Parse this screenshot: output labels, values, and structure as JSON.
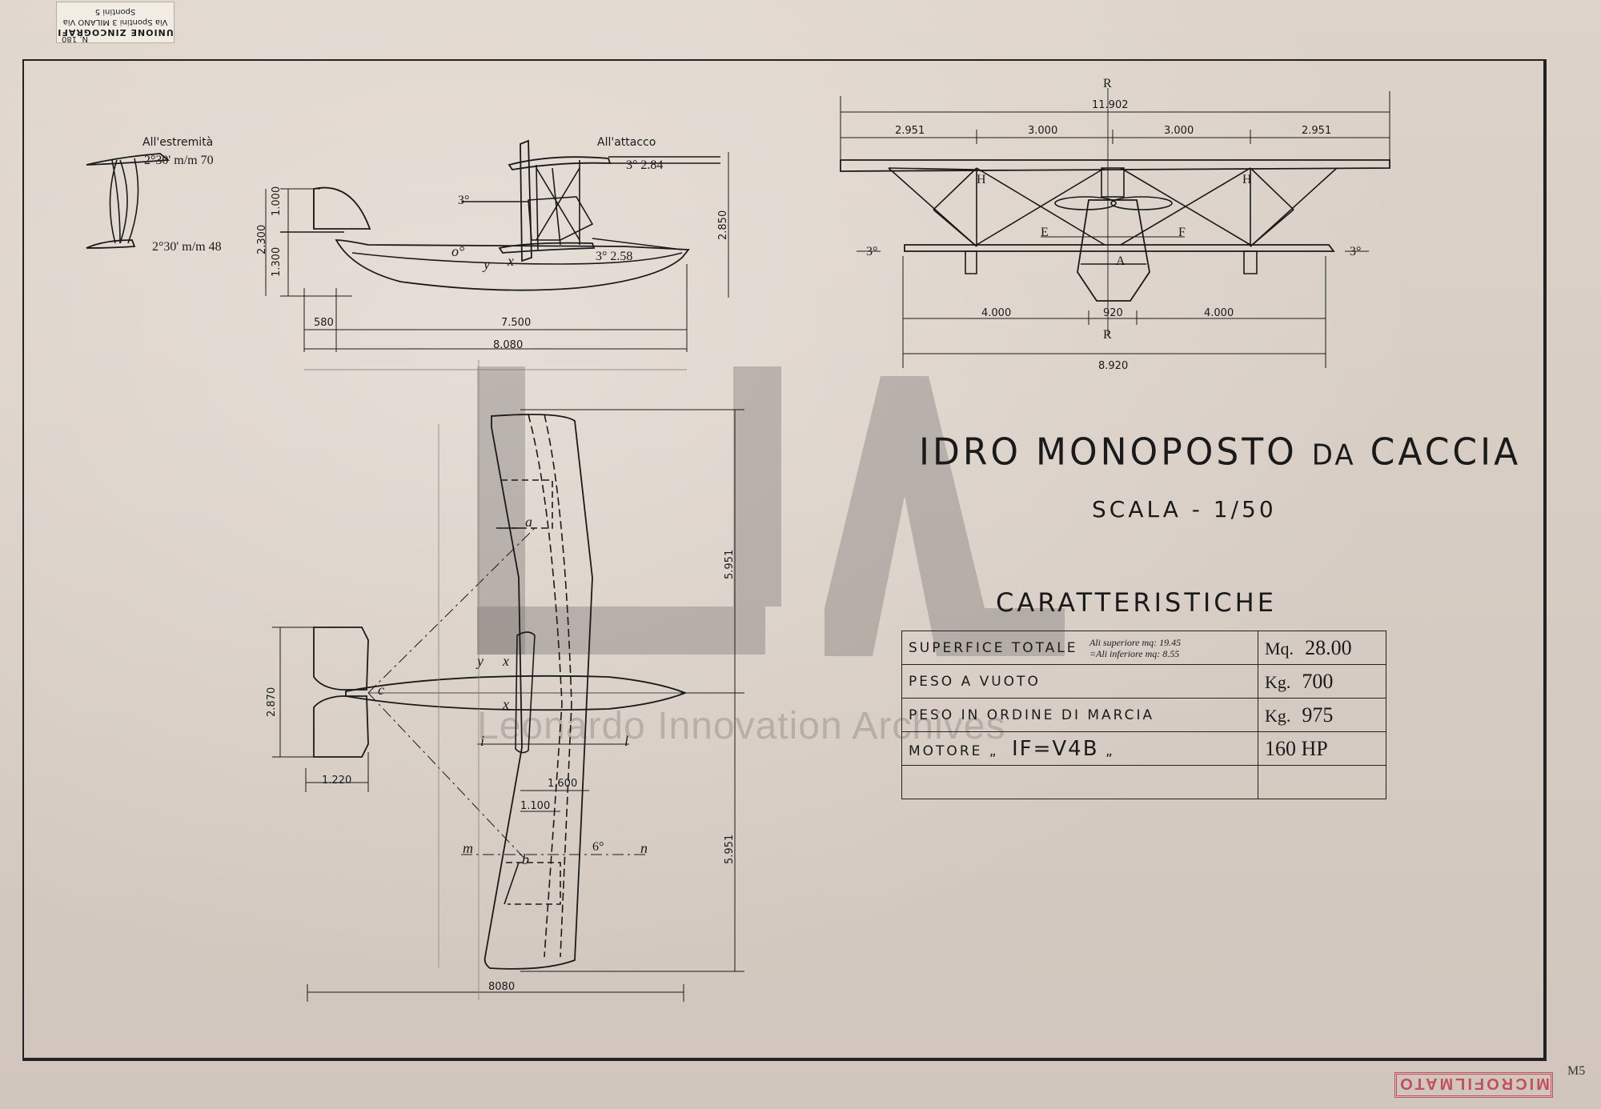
{
  "title": {
    "main": "IDRO MONOPOSTO",
    "connector": "DA",
    "end": "CACCIA",
    "scale": "SCALA - 1/50"
  },
  "characteristics": {
    "heading": "CARATTERISTICHE",
    "rows": [
      {
        "label": "SUPERFICE   TOTALE",
        "sub": [
          "Ali superiore mq: 19.45",
          "=Ali inferiore mq: 8.55"
        ],
        "unit": "Mq.",
        "value": "28.00"
      },
      {
        "label": "PESO  A  VUOTO",
        "unit": "Kg.",
        "value": "700"
      },
      {
        "label": "PESO  IN  ORDINE  DI  MARCIA",
        "unit": "Kg.",
        "value": "975"
      },
      {
        "label": "MOTORE „",
        "label_value": "IF=V4B",
        "label_end": "„",
        "unit": "",
        "value": "160 HP"
      },
      {
        "label": "",
        "unit": "",
        "value": ""
      }
    ]
  },
  "side_view": {
    "caption_tip": "All'estremità",
    "caption_root": "All'attacco",
    "dims": {
      "wing_tip_top": "2°30'  m/m 70",
      "wing_tip_bottom": "2°30'  m/m 48",
      "root_top": "3°  2.84",
      "root_bottom": "3°  2.58",
      "height_total": "2.300",
      "height_top": "1.000",
      "height_bottom": "1.300",
      "height_right": "2.850",
      "tail": "580",
      "length_main": "7.500",
      "length_total": "8.080",
      "angle": "3°",
      "marks": [
        "o°",
        "y",
        "x"
      ]
    }
  },
  "front_view": {
    "section": "R",
    "span_top": "11.902",
    "segments_top": [
      "2.951",
      "3.000",
      "3.000",
      "2.951"
    ],
    "segments_bottom": [
      "4.000",
      "920",
      "4.000"
    ],
    "span_bottom": "8.920",
    "marks": [
      "H",
      "H",
      "E",
      "F",
      "A",
      "3°",
      "3°"
    ]
  },
  "plan_view": {
    "span": "5.951",
    "span2": "5.951",
    "tail_width": "2.870",
    "tail_len": "1.220",
    "chord1": "1.600",
    "chord2": "1.100",
    "length": "8080",
    "angle": "6°",
    "marks": [
      "a",
      "b",
      "c",
      "i",
      "l",
      "m",
      "n",
      "y",
      "x",
      "x"
    ]
  },
  "stamp": {
    "company": "UNIONE ZINCOGRAFI",
    "address": "Via Spontini 3  MILANO  Via Spontini 5",
    "number": "N. 180"
  },
  "watermark": "Leonardo Innovation Archives",
  "microfilm": "MICROFILMATO",
  "page_mark": "M5",
  "colors": {
    "paper": "#d9cfc6",
    "ink": "#1a1a1a",
    "stamp_red": "#c2505a",
    "watermark": "#8a8580"
  }
}
